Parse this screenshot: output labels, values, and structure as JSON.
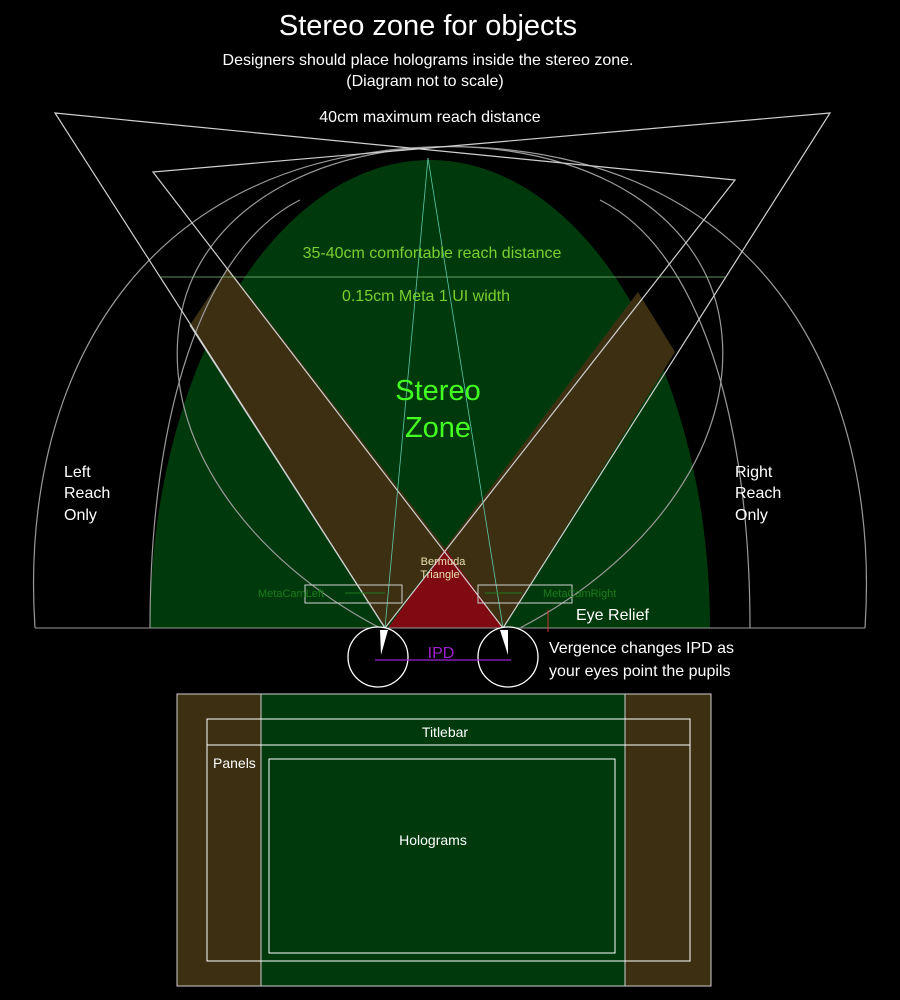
{
  "header": {
    "title": "Stereo zone for objects",
    "subtitle": "Designers should place holograms inside the stereo zone.",
    "note": "(Diagram not to scale)"
  },
  "labels": {
    "max_reach": "40cm maximum reach distance",
    "comfortable_reach": "35-40cm comfortable reach distance",
    "ui_width": "0.15cm Meta 1 UI width",
    "stereo_line1": "Stereo",
    "stereo_line2": "Zone",
    "left_reach": [
      "Left",
      "Reach",
      "Only"
    ],
    "right_reach": [
      "Right",
      "Reach",
      "Only"
    ],
    "bermuda_line1": "Bermuda",
    "bermuda_line2": "Triangle",
    "metacam_left": "MetaCamLeft",
    "metacam_right": "MetaCamRight",
    "eye_relief": "Eye Relief",
    "ipd": "IPD",
    "vergence_line1": "Vergence changes IPD as",
    "vergence_line2": "your eyes point the pupils"
  },
  "screen": {
    "titlebar": "Titlebar",
    "panels": "Panels",
    "holograms": "Holograms"
  },
  "colors": {
    "background": "#000000",
    "stereo_fill": "#003a0c",
    "side_band_fill": "#3d3012",
    "bermuda_fill": "#800a12",
    "stereo_text": "#44ff22",
    "green_label": "#78d030",
    "metacam": "#1c7a1c",
    "ipd": "#a020d0",
    "lines": "#c8c8c8"
  }
}
